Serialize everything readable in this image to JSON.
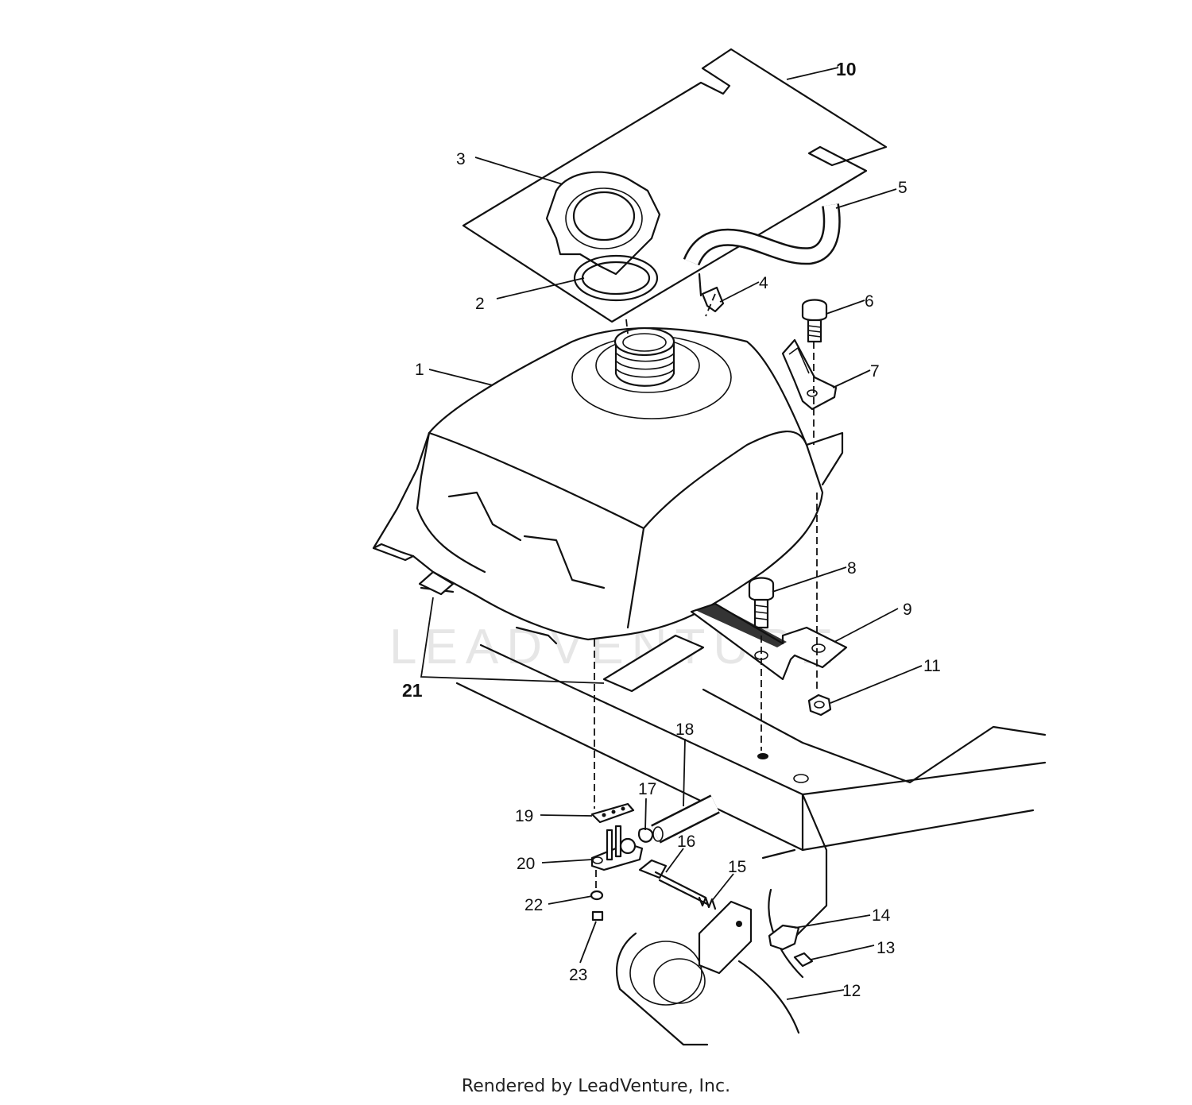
{
  "diagram": {
    "callouts": [
      {
        "id": "1",
        "label": "1"
      },
      {
        "id": "2",
        "label": "2"
      },
      {
        "id": "3",
        "label": "3"
      },
      {
        "id": "4",
        "label": "4"
      },
      {
        "id": "5",
        "label": "5"
      },
      {
        "id": "6",
        "label": "6"
      },
      {
        "id": "7",
        "label": "7"
      },
      {
        "id": "8",
        "label": "8"
      },
      {
        "id": "9",
        "label": "9"
      },
      {
        "id": "10",
        "label": "10"
      },
      {
        "id": "11",
        "label": "11"
      },
      {
        "id": "12",
        "label": "12"
      },
      {
        "id": "13",
        "label": "13"
      },
      {
        "id": "14",
        "label": "14"
      },
      {
        "id": "15",
        "label": "15"
      },
      {
        "id": "16",
        "label": "16"
      },
      {
        "id": "17",
        "label": "17"
      },
      {
        "id": "18",
        "label": "18"
      },
      {
        "id": "19",
        "label": "19"
      },
      {
        "id": "20",
        "label": "20"
      },
      {
        "id": "21",
        "label": "21"
      },
      {
        "id": "22",
        "label": "22"
      },
      {
        "id": "23",
        "label": "23"
      }
    ]
  },
  "watermark": {
    "text": "LEADVENTURE"
  },
  "footer": {
    "text": "Rendered by LeadVenture, Inc."
  }
}
